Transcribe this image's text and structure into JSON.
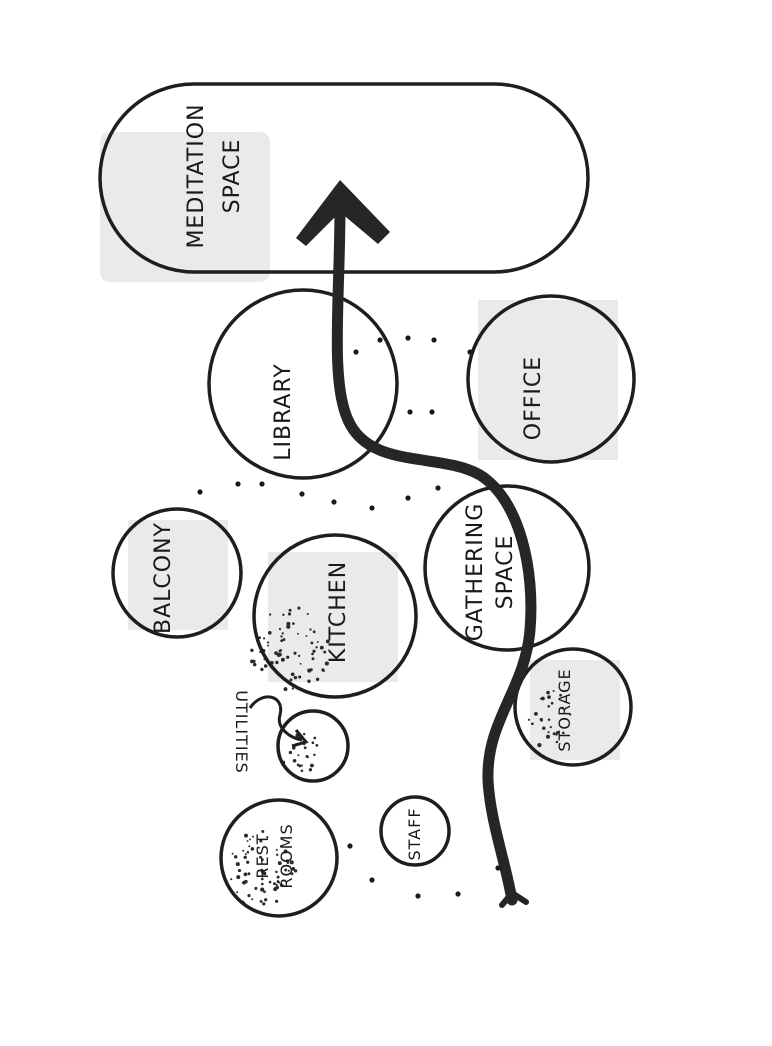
{
  "diagram": {
    "spaces": {
      "meditation": [
        "MEDITATION",
        "SPACE"
      ],
      "library": "LIBRARY",
      "office": "OFFICE",
      "gathering": [
        "GATHERING",
        "SPACE"
      ],
      "balcony": "BALCONY",
      "kitchen": "KITCHEN",
      "storage": "STORAGE",
      "utilities": "UTILITIES",
      "restrooms": [
        "REST",
        "ROOMS"
      ],
      "staff": "STAFF"
    }
  }
}
